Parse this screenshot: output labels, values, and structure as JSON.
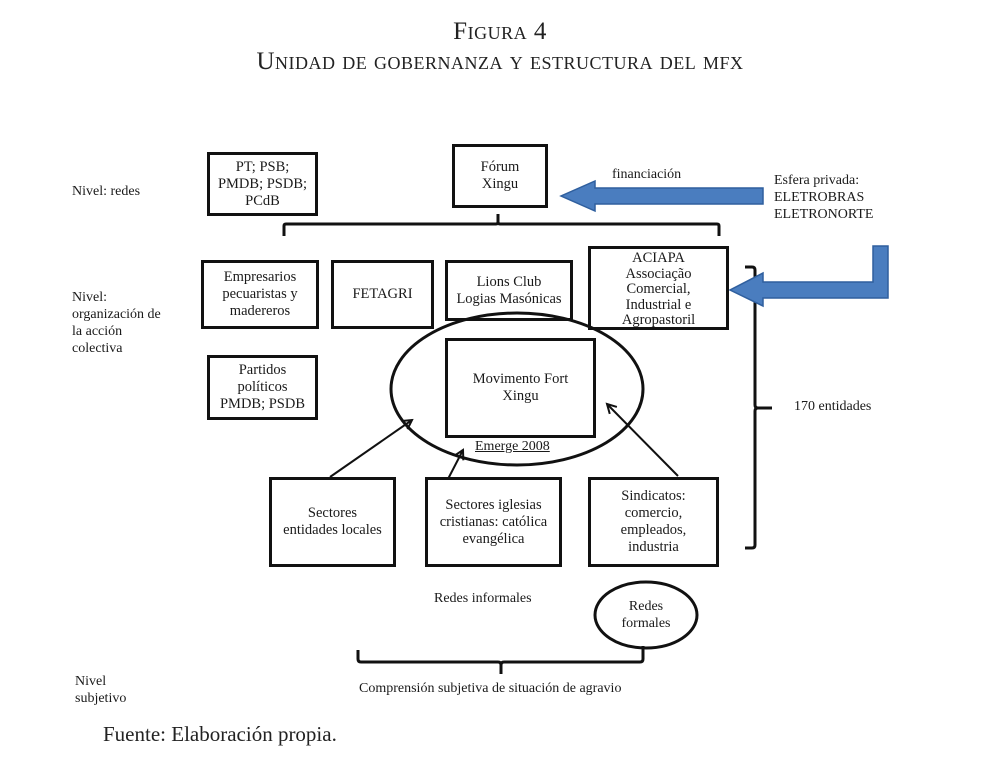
{
  "title": {
    "line1": "Figura 4",
    "line2": "Unidad de gobernanza y estructura del mfx"
  },
  "levels": {
    "redes": "Nivel: redes",
    "organizacion": "Nivel:\norganización de\nla acción\ncolectiva",
    "subjetivo": "Nivel\nsubjetivo"
  },
  "boxes": {
    "partidos_redes": "PT; PSB;\nPMDB; PSDB;\nPCdB",
    "forum_xingu": "Fórum\nXingu",
    "empresarios": "Empresarios\npecuaristas y\nmadereros",
    "fetagri": "FETAGRI",
    "lions": "Lions Club\nLogias Masónicas",
    "aciapa": "ACIAPA\nAssociação\nComercial,\nIndustrial e\nAgropastoril",
    "partidos_politicos": "Partidos\npolíticos\nPMDB; PSDB",
    "movimento": "Movimento Fort\nXingu",
    "sectores_locales": "Sectores\nentidades locales",
    "sectores_iglesias": "Sectores iglesias\ncristianas: católica\nevangélica",
    "sindicatos": "Sindicatos:\ncomercio,\nempleados,\nindustria"
  },
  "labels": {
    "financiacion": "financiación",
    "esfera_privada": "Esfera privada:\nELETROBRAS\nELETRONORTE",
    "emerge": "Emerge 2008",
    "entidades": "170 entidades",
    "redes_informales": "Redes informales",
    "redes_formales": "Redes\nformales",
    "comprension": "Comprensión subjetiva de situación de agravio"
  },
  "colors": {
    "arrow_fill": "#4a7dbf",
    "arrow_stroke": "#2f5f9e",
    "line": "#111111"
  },
  "source": "Fuente: Elaboración propia."
}
